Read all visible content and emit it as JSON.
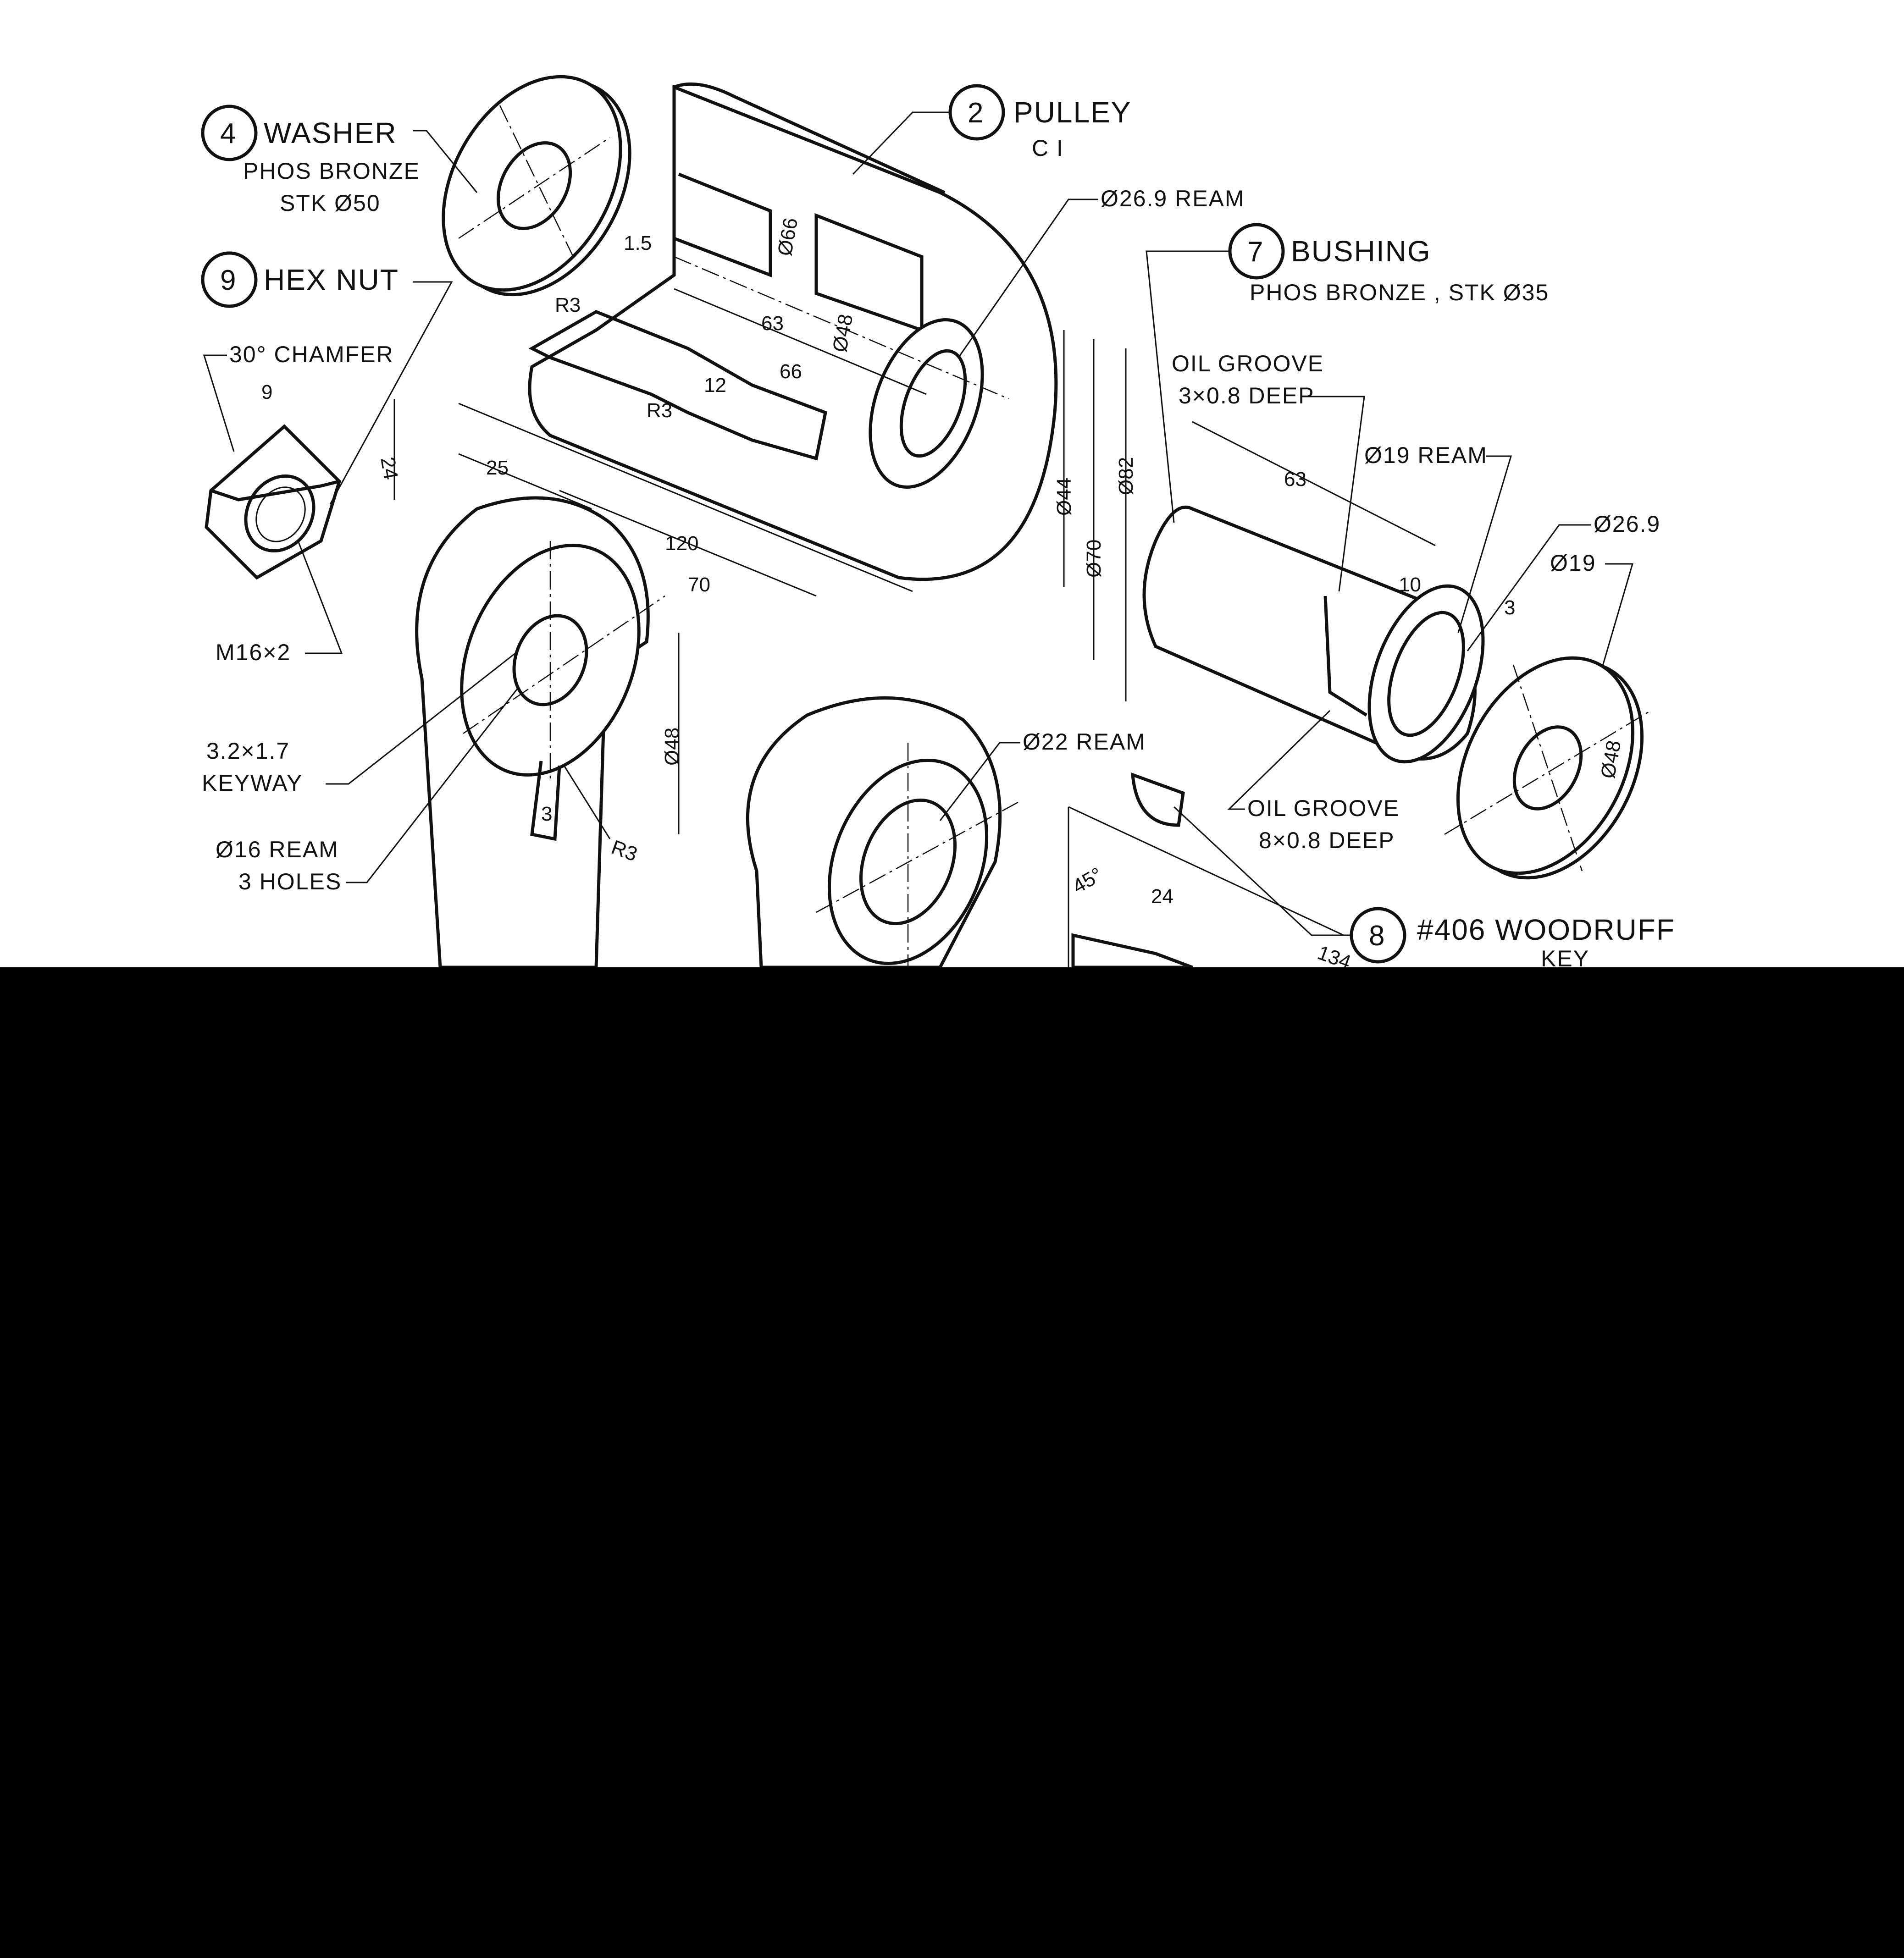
{
  "parts": {
    "washer": {
      "number": "4",
      "name": "WASHER",
      "material": "PHOS BRONZE",
      "stock": "STK Ø50"
    },
    "pulley": {
      "number": "2",
      "name": "PULLEY",
      "material": "C I",
      "dims": {
        "step": "1.5",
        "len_inner": "63",
        "len_outer": "66",
        "groove_w": "12",
        "radius_top": "R3",
        "radius_mid": "R3",
        "dia_66": "Ø66",
        "dia_48": "Ø48",
        "bore": "Ø26.9 REAM",
        "dia_44": "Ø44",
        "dia_70": "Ø70",
        "dia_82": "Ø82"
      }
    },
    "bushing": {
      "number": "7",
      "name": "BUSHING",
      "material": "PHOS BRONZE , STK Ø35",
      "oil_groove_top": "OIL GROOVE",
      "oil_groove_top_size": "3×0.8 DEEP",
      "length": "63",
      "ream": "Ø19 REAM",
      "outer": "Ø26.9",
      "inner": "Ø19",
      "offset": "10",
      "oil_groove_bottom": "OIL GROOVE",
      "oil_groove_bottom_size": "8×0.8 DEEP"
    },
    "hex_nut": {
      "number": "9",
      "name": "HEX NUT",
      "chamfer": "30° CHAMFER",
      "thickness": "9",
      "across_flats": "24",
      "thread": "M16×2"
    },
    "arm": {
      "width": "25",
      "length": "120",
      "center": "70",
      "dia": "Ø48",
      "keyway": "3.2×1.7",
      "keyway_label": "KEYWAY",
      "ream": "Ø16 REAM",
      "holes": "3 HOLES",
      "key_dim": "3",
      "radius": "R3",
      "boss_ream": "Ø22 REAM"
    },
    "key": {
      "number": "8",
      "name": "#406 WOODRUFF",
      "name_cont": "KEY",
      "angle": "45°",
      "dim24": "24",
      "dim134": "134"
    },
    "washer_right": {
      "dim3": "3",
      "dia": "Ø48"
    }
  }
}
